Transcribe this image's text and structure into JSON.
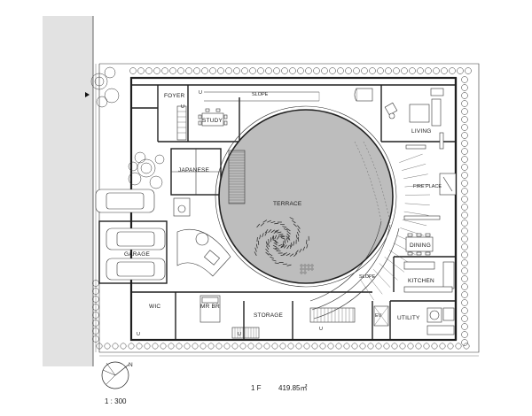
{
  "labels": {
    "foyer": "FOYER",
    "study": "STUDY",
    "slope_top": "SLOPE",
    "living": "LIVING",
    "japanese": "JAPANESE",
    "terrace": "TERRACE",
    "fire_place": "FIRE PLACE",
    "dining": "DINING",
    "garage": "GARAGE",
    "kitchen": "KITCHEN",
    "slope_bottom": "SLOPE",
    "wic": "WIC",
    "mr_br": "MR BR",
    "storage": "STORAGE",
    "ev": "EV",
    "utility": "UTILITY",
    "up_marker": "U"
  },
  "caption": {
    "floor": "1 F",
    "area": "419.85㎡"
  },
  "scale": "1 : 300",
  "north": "N"
}
